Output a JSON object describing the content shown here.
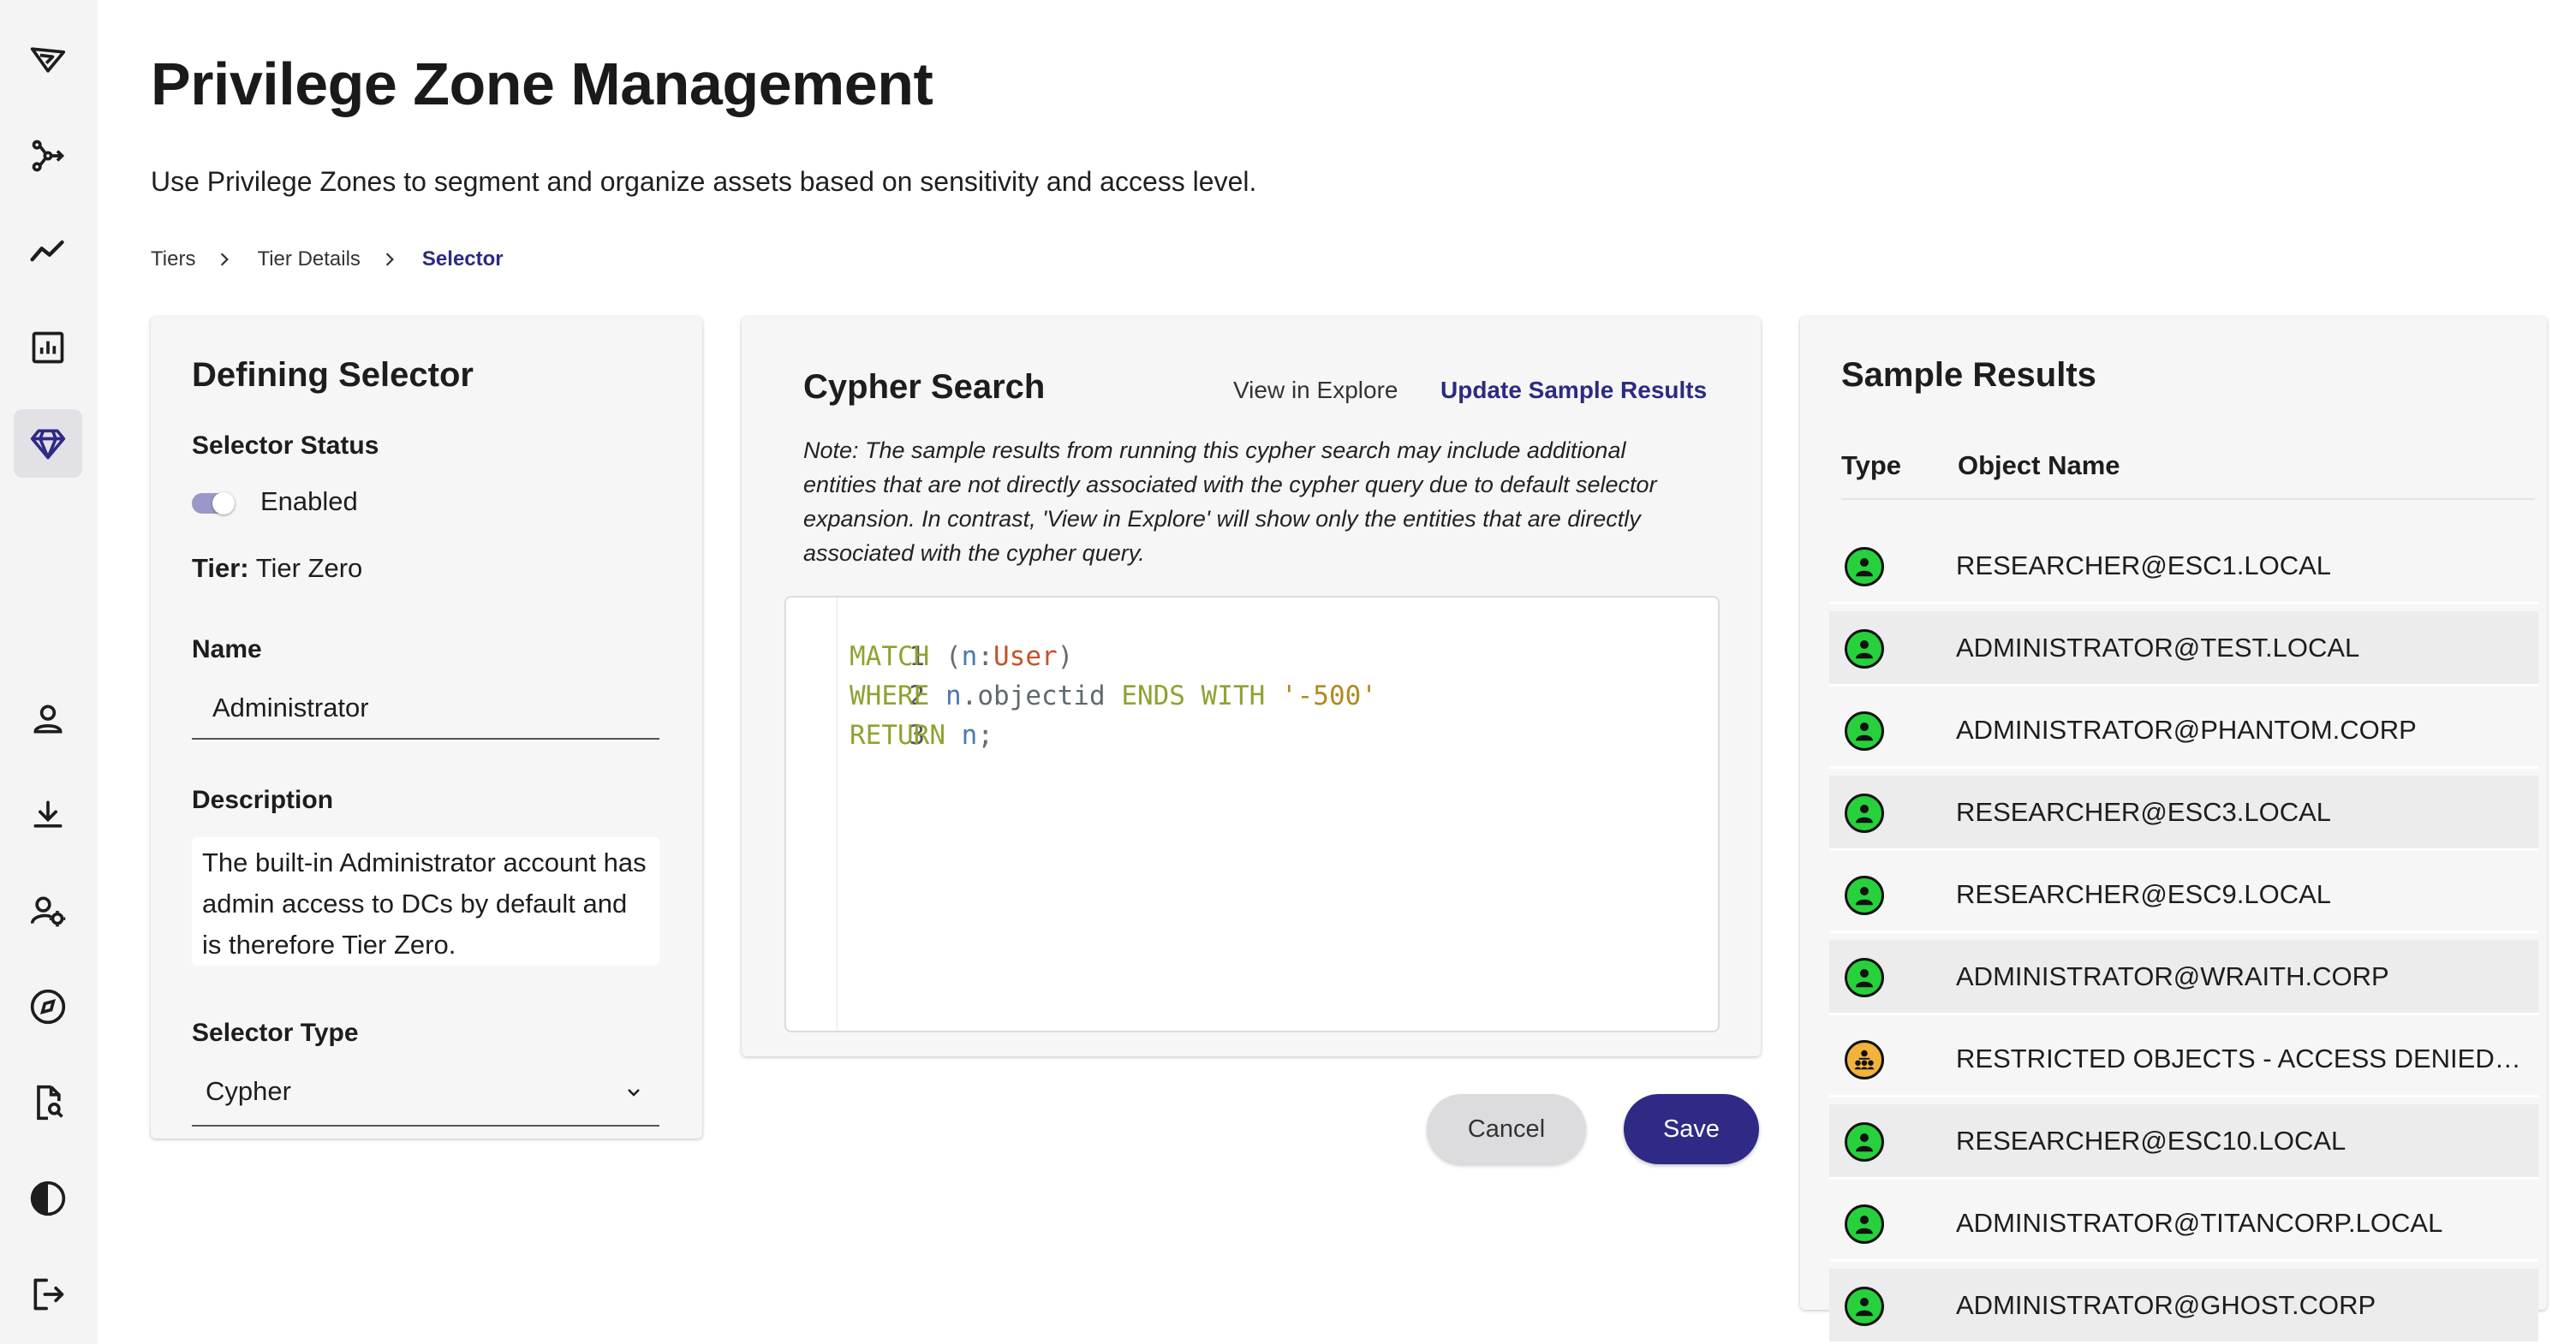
{
  "sidebar": {
    "icons": [
      "logo-icon",
      "explore-graph-icon",
      "trend-icon",
      "chart-icon",
      "privilege-zone-icon",
      "user-icon",
      "download-icon",
      "user-settings-icon",
      "compass-icon",
      "document-search-icon",
      "contrast-icon",
      "logout-icon"
    ],
    "active": "privilege-zone-icon"
  },
  "header": {
    "title": "Privilege Zone Management",
    "subtitle": "Use Privilege Zones to segment and organize assets based on sensitivity and access level."
  },
  "breadcrumb": {
    "items": [
      "Tiers",
      "Tier Details",
      "Selector"
    ]
  },
  "defining_selector": {
    "title": "Defining Selector",
    "status_label": "Selector Status",
    "status_value": "Enabled",
    "status_enabled": true,
    "tier_label": "Tier:",
    "tier_value": "Tier Zero",
    "name_label": "Name",
    "name_value": "Administrator",
    "description_label": "Description",
    "description_value": "The built-in Administrator account has admin access to DCs by default and is therefore Tier Zero.",
    "type_label": "Selector Type",
    "type_value": "Cypher"
  },
  "cypher_search": {
    "title": "Cypher Search",
    "view_in_explore": "View in Explore",
    "update_sample": "Update Sample Results",
    "note": "Note: The sample results from running this cypher search may include additional entities that are not directly associated with the cypher query due to default selector expansion. In contrast, 'View in Explore' will show only the entities that are directly associated with the cypher query.",
    "line_numbers": [
      "1",
      "2",
      "3"
    ],
    "code": [
      [
        {
          "t": "MATCH ",
          "c": "kw"
        },
        {
          "t": "(",
          "c": "punc"
        },
        {
          "t": "n",
          "c": "var"
        },
        {
          "t": ":",
          "c": "punc"
        },
        {
          "t": "User",
          "c": "label"
        },
        {
          "t": ")",
          "c": "punc"
        }
      ],
      [
        {
          "t": "WHERE ",
          "c": "kw"
        },
        {
          "t": "n",
          "c": "var"
        },
        {
          "t": ".",
          "c": "punc"
        },
        {
          "t": "objectid ",
          "c": "prop"
        },
        {
          "t": "ENDS WITH ",
          "c": "kw"
        },
        {
          "t": "'-500'",
          "c": "str"
        }
      ],
      [
        {
          "t": "RETURN ",
          "c": "kw"
        },
        {
          "t": "n",
          "c": "var"
        },
        {
          "t": ";",
          "c": "punc"
        }
      ]
    ]
  },
  "actions": {
    "cancel": "Cancel",
    "save": "Save"
  },
  "sample_results": {
    "title": "Sample Results",
    "columns": [
      "Type",
      "Object Name"
    ],
    "rows": [
      {
        "type": "user",
        "name": "RESEARCHER@ESC1.LOCAL"
      },
      {
        "type": "user",
        "name": "ADMINISTRATOR@TEST.LOCAL"
      },
      {
        "type": "user",
        "name": "ADMINISTRATOR@PHANTOM.CORP"
      },
      {
        "type": "user",
        "name": "RESEARCHER@ESC3.LOCAL"
      },
      {
        "type": "user",
        "name": "RESEARCHER@ESC9.LOCAL"
      },
      {
        "type": "user",
        "name": "ADMINISTRATOR@WRAITH.CORP"
      },
      {
        "type": "group",
        "name": "RESTRICTED OBJECTS - ACCESS DENIED@..."
      },
      {
        "type": "user",
        "name": "RESEARCHER@ESC10.LOCAL"
      },
      {
        "type": "user",
        "name": "ADMINISTRATOR@TITANCORP.LOCAL"
      },
      {
        "type": "user",
        "name": "ADMINISTRATOR@GHOST.CORP"
      }
    ]
  },
  "colors": {
    "accent": "#2e2a86",
    "user_icon": "#27d13c",
    "group_icon": "#f2b33a",
    "toggle": "#9a98c8"
  }
}
